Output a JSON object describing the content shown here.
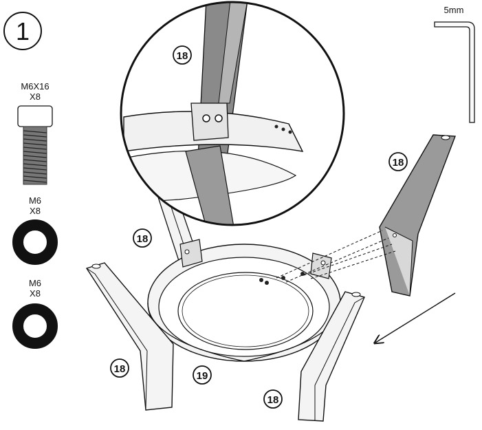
{
  "step": {
    "number": "1"
  },
  "tool": {
    "size_label": "5mm"
  },
  "parts": [
    {
      "name": "bolt",
      "spec": "M6X16",
      "qty": "X8"
    },
    {
      "name": "washer",
      "spec": "M6",
      "qty": "X8"
    },
    {
      "name": "washer",
      "spec": "M6",
      "qty": "X8"
    }
  ],
  "callouts": {
    "leg_zoom": "18",
    "leg_right": "18",
    "leg_back": "18",
    "leg_front_left": "18",
    "leg_front_right": "18",
    "base_ring": "19"
  },
  "colors": {
    "part_fill": "#e9e9e9",
    "dark_part": "#8a8a8a",
    "washer": "#111111"
  }
}
